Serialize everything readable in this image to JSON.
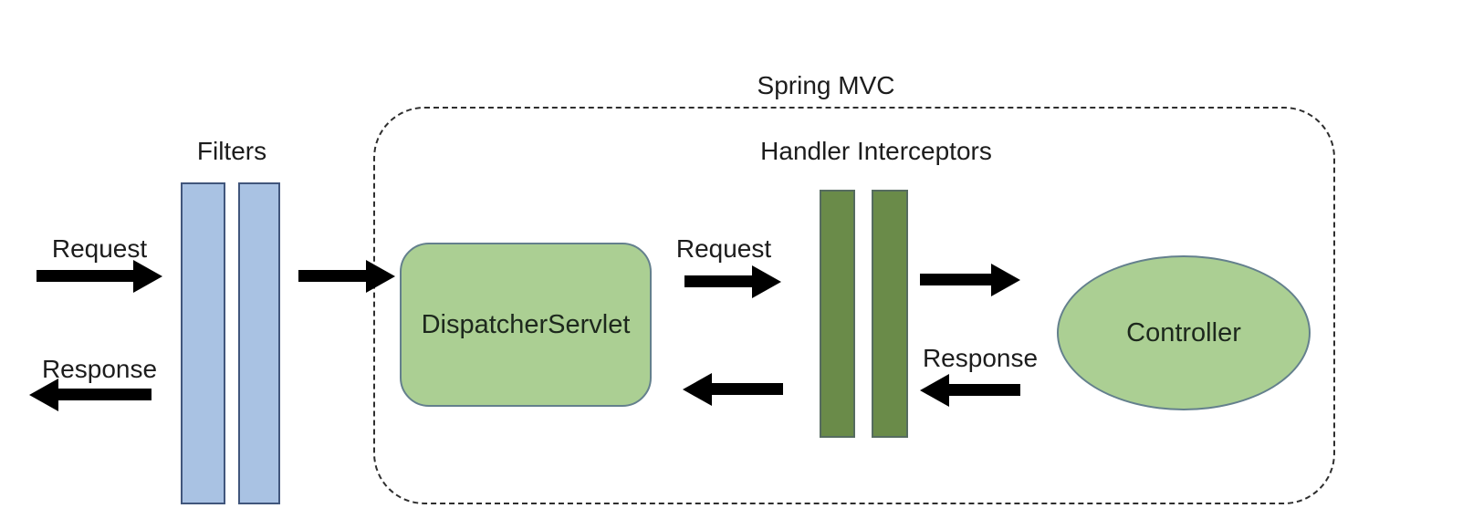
{
  "colors": {
    "filter_bar_fill": "#a9c2e3",
    "filter_bar_border": "#41567c",
    "interceptor_bar_fill": "#6a8b49",
    "interceptor_bar_border": "#566c60",
    "node_fill": "#abcf93",
    "node_border": "#64808d",
    "boundary_border": "#2e2e2e",
    "arrow_color": "#000000"
  },
  "boundary": {
    "label": "Spring MVC"
  },
  "filters": {
    "label": "Filters"
  },
  "interceptors": {
    "label": "Handler Interceptors"
  },
  "dispatcher": {
    "label": "DispatcherServlet"
  },
  "controller": {
    "label": "Controller"
  },
  "flow_labels": {
    "client_request": "Request",
    "client_response": "Response",
    "dispatcher_request": "Request",
    "controller_response": "Response"
  }
}
